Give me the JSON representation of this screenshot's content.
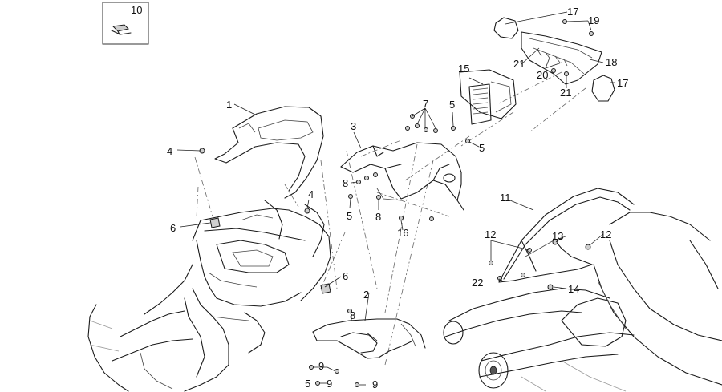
{
  "callouts": {
    "c1": "1",
    "c2": "2",
    "c3": "3",
    "c4a": "4",
    "c4b": "4",
    "c5a": "5",
    "c5b": "5",
    "c5c": "5",
    "c5d": "5",
    "c6a": "6",
    "c6b": "6",
    "c7": "7",
    "c8a": "8",
    "c8b": "8",
    "c8c": "8",
    "c9a": "9",
    "c9b": "9",
    "c9c": "9",
    "c10": "10",
    "c11": "11",
    "c12a": "12",
    "c12b": "12",
    "c13": "13",
    "c14": "14",
    "c15": "15",
    "c16": "16",
    "c17a": "17",
    "c17b": "17",
    "c18": "18",
    "c19": "19",
    "c20": "20",
    "c21a": "21",
    "c21b": "21",
    "c22": "22"
  }
}
